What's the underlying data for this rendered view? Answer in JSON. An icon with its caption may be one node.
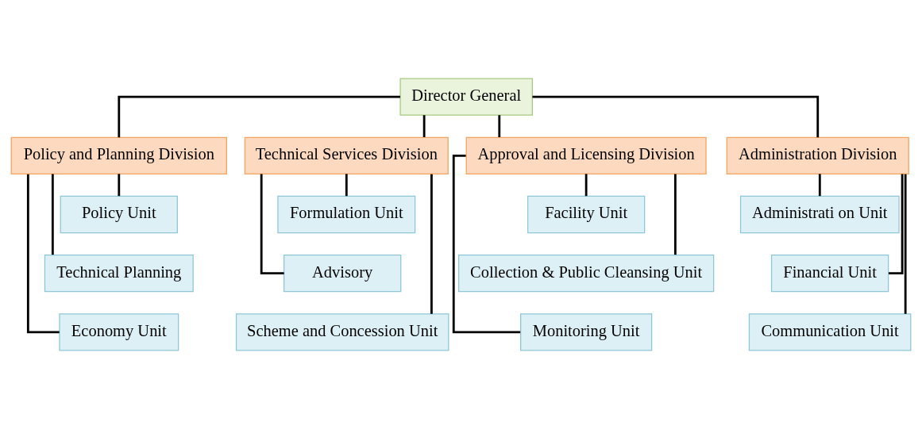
{
  "diagram": {
    "nodes": [
      {
        "text": [
          "Director General"
        ]
      },
      {
        "text": [
          "Policy and Planning Division"
        ]
      },
      {
        "text": [
          "Technical Services Division"
        ]
      },
      {
        "text": [
          "Approval and Licensing Division"
        ]
      },
      {
        "text": [
          "Administration Division"
        ]
      },
      {
        "text": [
          "Policy Unit"
        ]
      },
      {
        "text": [
          "Technical Planning"
        ]
      },
      {
        "text": [
          "Economy Unit"
        ]
      },
      {
        "text": [
          "Formulation Unit"
        ]
      },
      {
        "text": [
          "Advisory"
        ]
      },
      {
        "text": [
          "Scheme and Concession Unit"
        ]
      },
      {
        "text": [
          "Facility Unit"
        ]
      },
      {
        "text": [
          "Collection & Public Cleansing Unit"
        ]
      },
      {
        "text": [
          "Monitoring Unit"
        ]
      },
      {
        "text": [
          "Administrati on Unit"
        ]
      },
      {
        "text": [
          "Financial Unit"
        ]
      },
      {
        "text": [
          "Communication Unit"
        ]
      }
    ],
    "edges": [
      {
        "from": 0,
        "to": 1,
        "arrow": "none"
      },
      {
        "from": 0,
        "to": 2,
        "arrow": "none"
      },
      {
        "from": 0,
        "to": 3,
        "arrow": "none"
      },
      {
        "from": 0,
        "to": 4,
        "arrow": "none"
      },
      {
        "from": 1,
        "to": 5,
        "arrow": "none"
      },
      {
        "from": 1,
        "to": 6,
        "arrow": "none"
      },
      {
        "from": 1,
        "to": 7,
        "arrow": "none"
      },
      {
        "from": 2,
        "to": 8,
        "arrow": "none"
      },
      {
        "from": 2,
        "to": 9,
        "arrow": "none"
      },
      {
        "from": 2,
        "to": 10,
        "arrow": "none"
      },
      {
        "from": 3,
        "to": 11,
        "arrow": "none"
      },
      {
        "from": 3,
        "to": 12,
        "arrow": "none"
      },
      {
        "from": 3,
        "to": 13,
        "arrow": "none"
      },
      {
        "from": 4,
        "to": 14,
        "arrow": "none"
      },
      {
        "from": 4,
        "to": 15,
        "arrow": "none"
      },
      {
        "from": 4,
        "to": 16,
        "arrow": "none"
      }
    ]
  }
}
